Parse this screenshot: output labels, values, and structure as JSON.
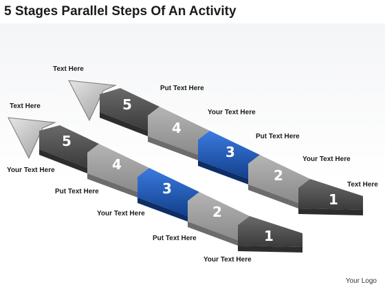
{
  "title": "5 Stages Parallel Steps Of An Activity",
  "logo": "Your Logo",
  "colors": {
    "highlight": "#1f5fb8",
    "dark": "#4a4a4a",
    "mid": "#8c8c8c",
    "light": "#bdbdbd"
  },
  "upper_arrow": {
    "stages": [
      "1",
      "2",
      "3",
      "4",
      "5"
    ],
    "labels": {
      "head": "Text Here",
      "s5": "Put Text Here",
      "s4": "Your Text Here",
      "s3": "Put Text Here",
      "s2": "Your Text Here",
      "s1": "Text Here"
    }
  },
  "lower_arrow": {
    "stages": [
      "1",
      "2",
      "3",
      "4",
      "5"
    ],
    "labels": {
      "head": "Text Here",
      "s5": "Your Text Here",
      "s4": "Put Text Here",
      "s3": "Your Text Here",
      "s2": "Put Text Here",
      "s1": "Your Text Here"
    }
  }
}
